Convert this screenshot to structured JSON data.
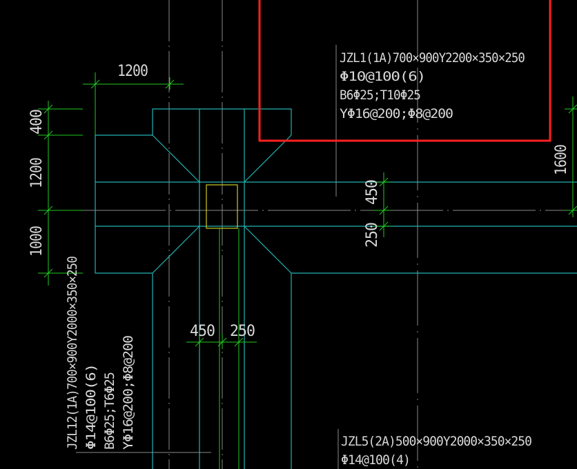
{
  "drawing": {
    "background_color": "#000000",
    "colors": {
      "beam_outline": "#23b3b3",
      "dimension": "#22cc22",
      "axis_line": "#8a8a8a",
      "column": "#cccc22",
      "highlight_box": "#ff2020",
      "text": "#d8d8d8"
    }
  },
  "annotations": {
    "jzl1": {
      "line1": "JZL1(1A)700×900Y2200×350×250",
      "line2": "Φ10@100(6)",
      "line3": "B6Φ25;T10Φ25",
      "line4": "YΦ16@200;Φ8@200"
    },
    "jzl12": {
      "line1": "JZL12(1A)700×900Y2000×350×250",
      "line2": "Φ14@100(6)",
      "line3": "B6Φ25;T6Φ25",
      "line4": "YΦ16@200;Φ8@200"
    },
    "jzl5": {
      "line1": "JZL5(2A)500×900Y2000×350×250",
      "line2": "Φ14@100(4)"
    }
  },
  "dimensions": {
    "top_width": "1200",
    "left_400": "400",
    "left_1200": "1200",
    "left_1000": "1000",
    "right_1600": "1600",
    "mid_450": "450",
    "mid_250": "250",
    "bottom_450": "450",
    "bottom_250": "250"
  }
}
